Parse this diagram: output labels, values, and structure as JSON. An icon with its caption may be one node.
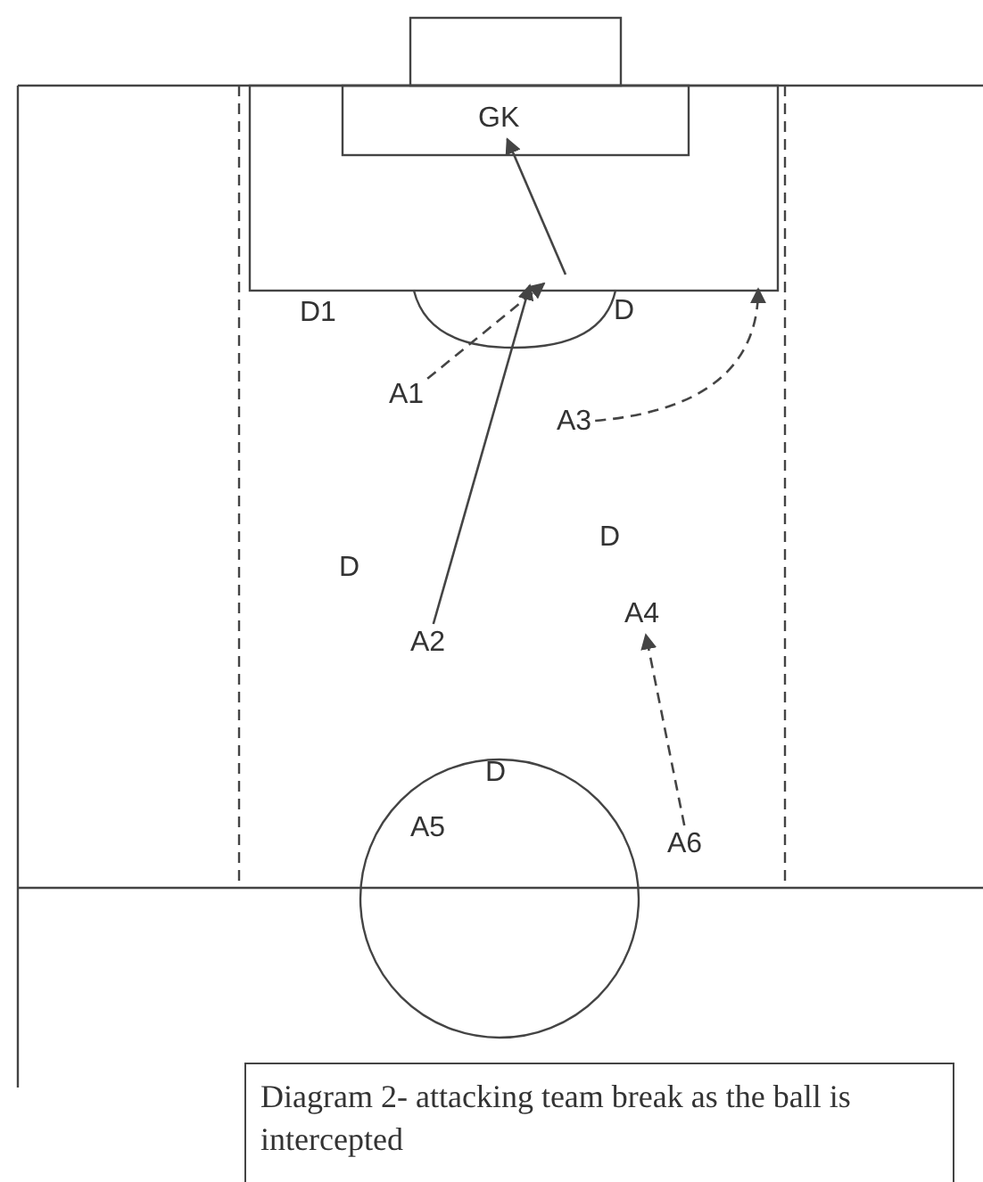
{
  "diagram": {
    "caption": "Diagram 2- attacking team break as the ball is intercepted",
    "nodes": [
      {
        "text": [
          "GK"
        ]
      },
      {
        "text": [
          "D1"
        ]
      },
      {
        "text": [
          "D"
        ]
      },
      {
        "text": [
          "A1"
        ]
      },
      {
        "text": [
          "A3"
        ]
      },
      {
        "text": [
          "D"
        ]
      },
      {
        "text": [
          "D"
        ]
      },
      {
        "text": [
          "A4"
        ]
      },
      {
        "text": [
          "A2"
        ]
      },
      {
        "text": [
          "D"
        ]
      },
      {
        "text": [
          "A5"
        ]
      },
      {
        "text": [
          "A6"
        ]
      }
    ],
    "edges": [
      {
        "from": 8,
        "to": null,
        "arrow": "to"
      },
      {
        "from": 3,
        "to": null,
        "arrow": "to",
        "style": "dashed"
      },
      {
        "from": null,
        "to": 0,
        "arrow": "to"
      },
      {
        "from": 4,
        "to": null,
        "arrow": "to",
        "style": "dashed"
      },
      {
        "from": 11,
        "to": 7,
        "arrow": "to",
        "style": "dashed"
      }
    ]
  }
}
